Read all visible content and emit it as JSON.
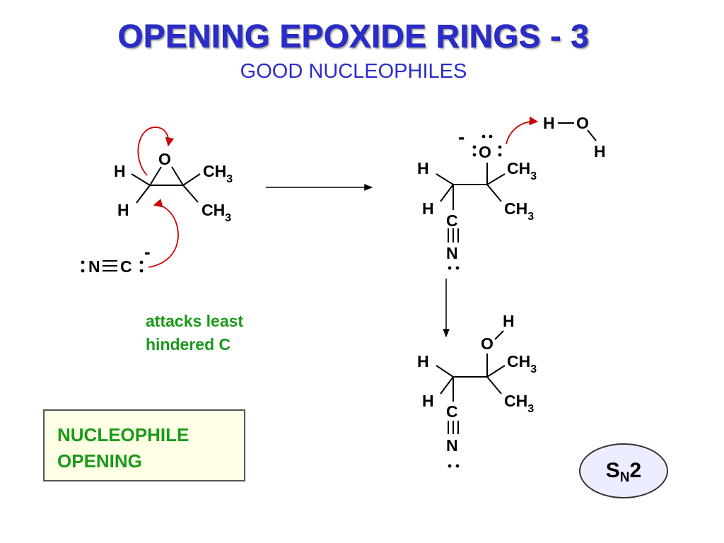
{
  "slide": {
    "title": "OPENING EPOXIDE RINGS - 3",
    "subtitle": "GOOD NUCLEOPHILES"
  },
  "labels": {
    "H": "H",
    "O": "O",
    "CH": "CH",
    "three": "3",
    "C": "C",
    "N": "N",
    "minus": "-"
  },
  "note": {
    "line1": "attacks least",
    "line2": "hindered C"
  },
  "box": {
    "line1": "NUCLEOPHILE",
    "line2": "OPENING"
  },
  "badge": {
    "s": "S",
    "sub": "N",
    "num": "2"
  },
  "colors": {
    "title": "#2a2ccc",
    "note": "#1a9a1a",
    "curly_arrow": "#cc0000",
    "box_bg": "#ffffe6",
    "badge_bg": "#eceeff"
  }
}
